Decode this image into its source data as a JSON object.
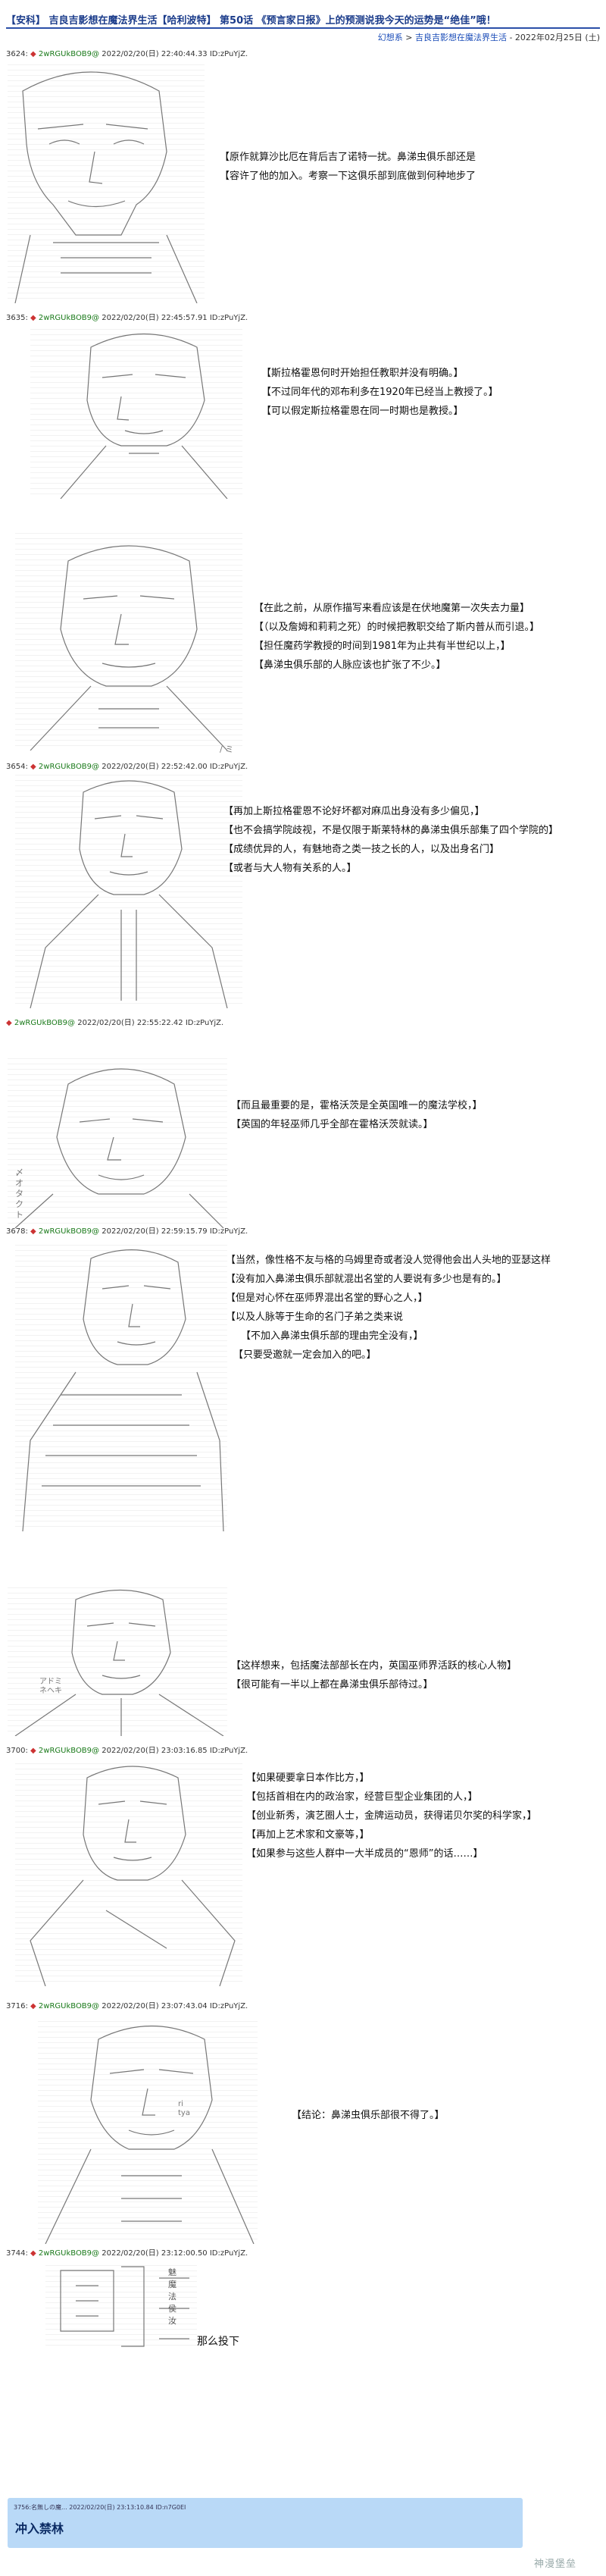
{
  "header": {
    "title": "【安科】 吉良吉影想在魔法界生活【哈利波特】 第50话 《预言家日报》上的预测说我今天的运势是“绝佳”哦！",
    "breadcrumb_site": "幻想系",
    "breadcrumb_sep": ">",
    "breadcrumb_topic": "吉良吉影想在魔法界生活",
    "breadcrumb_date": "- 2022年02月25日 (土)"
  },
  "posts": [
    {
      "head_num": "3624:",
      "head_star": "◆",
      "head_name": "2wRGUkBOB9@",
      "head_meta": "2022/02/20(日) 22:40:44.33 ID:zPuYjZ.",
      "lines": [
        "【原作就算沙比厄在背后吉了诺特一扰。鼻涕虫俱乐部还是",
        "【容许了他的加入。考察一下这俱乐部到底做到何种地步了"
      ]
    },
    {
      "head_num": "3635:",
      "head_star": "◆",
      "head_name": "2wRGUkBOB9@",
      "head_meta": "2022/02/20(日) 22:45:57.91 ID:zPuYjZ.",
      "lines": [
        "【斯拉格霍恩何时开始担任教职并没有明确。】",
        "【不过同年代的邓布利多在1920年已经当上教授了。】",
        "【可以假定斯拉格霍恩在同一时期也是教授。】"
      ]
    },
    {
      "head_num": "3654:",
      "head_star": "◆",
      "head_name": "2wRGUkBOB9@",
      "head_meta": "2022/02/20(日) 22:52:42.00 ID:zPuYjZ.",
      "lines": [
        "【在此之前，从原作描写来看应该是在伏地魔第一次失去力量】",
        "【（以及詹姆和莉莉之死）的时候把教职交给了斯内普从而引退。】",
        "【担任魔药学教授的时间到1981年为止共有半世纪以上，】",
        "【鼻涕虫俱乐部的人脉应该也扩张了不少。】"
      ]
    },
    {
      "head_num": "",
      "head_star": "",
      "head_name": "",
      "head_meta": "",
      "lines": [
        "【再加上斯拉格霍恩不论好坏都对麻瓜出身没有多少偏见，】",
        "【也不会搞学院歧视，不是仅限于斯莱特林的鼻涕虫俱乐部集了四个学院的】",
        "【成绩优异的人，有魅地奇之类一技之长的人，以及出身名门】",
        "【或者与大人物有关系的人。】"
      ]
    },
    {
      "head_num": "",
      "head_star": "◆",
      "head_name": "2wRGUkBOB9@",
      "head_meta": "2022/02/20(日) 22:55:22.42 ID:zPuYjZ.",
      "lines": [
        "【而且最重要的是，霍格沃茨是全英国唯一的魔法学校，】",
        "【英国的年轻巫师几乎全部在霍格沃茨就读。】"
      ]
    },
    {
      "head_num": "3678:",
      "head_star": "◆",
      "head_name": "2wRGUkBOB9@",
      "head_meta": "2022/02/20(日) 22:59:15.79 ID:zPuYjZ.",
      "lines": [
        "【当然，像性格不友与格的乌姆里奇或者没人觉得他会出人头地的亚瑟这样",
        "【没有加入鼻涕虫俱乐部就混出名堂的人要说有多少也是有的。】",
        "【但是对心怀在巫师界混出名堂的野心之人，】",
        "【以及人脉等于生命的名门子弟之类来说",
        "【不加入鼻涕虫俱乐部的理由完全没有，】",
        "【只要受邀就一定会加入的吧。】"
      ]
    },
    {
      "head_num": "",
      "head_star": "",
      "head_name": "",
      "head_meta": "",
      "lines": [
        "【这样想来，包括魔法部部长在内，英国巫师界活跃的核心人物】",
        "【很可能有一半以上都在鼻涕虫俱乐部待过。】"
      ]
    },
    {
      "head_num": "3700:",
      "head_star": "◆",
      "head_name": "2wRGUkBOB9@",
      "head_meta": "2022/02/20(日) 23:03:16.85 ID:zPuYjZ.",
      "lines": [
        "【如果硬要拿日本作比方，】",
        "【包括首相在内的政治家，经营巨型企业集团的人，】",
        "【创业新秀，演艺圈人士，金牌运动员，获得诺贝尔奖的科学家，】",
        "【再加上艺术家和文豪等，】",
        "【如果参与这些人群中一大半成员的“恩师”的话……】"
      ]
    },
    {
      "head_num": "3716:",
      "head_star": "◆",
      "head_name": "2wRGUkBOB9@",
      "head_meta": "2022/02/20(日) 23:07:43.04 ID:zPuYjZ.",
      "lines": [
        "【结论：鼻涕虫俱乐部很不得了。】"
      ]
    },
    {
      "head_num": "3744:",
      "head_star": "◆",
      "head_name": "2wRGUkBOB9@",
      "head_meta": "2022/02/20(日) 23:12:00.50 ID:zPuYjZ.",
      "lines": [
        "那么投下"
      ]
    }
  ],
  "art_text": {
    "a4": [
      "/ ミ"
    ],
    "a5": [
      "〆",
      "オ",
      "タ",
      "ク",
      "ト"
    ],
    "a7": [
      "アドミ",
      "ネヘキ"
    ],
    "a9": [
      "ri",
      "tya"
    ],
    "a10": [
      "魅",
      "魔",
      "法",
      "侯",
      "汝"
    ]
  },
  "footer": {
    "meta": "3756:名無しの魔... 2022/02/20(日) 23:13:10.84 ID:n7G0EI",
    "jump_label": "冲入禁林"
  },
  "watermark": "神漫堡垒"
}
